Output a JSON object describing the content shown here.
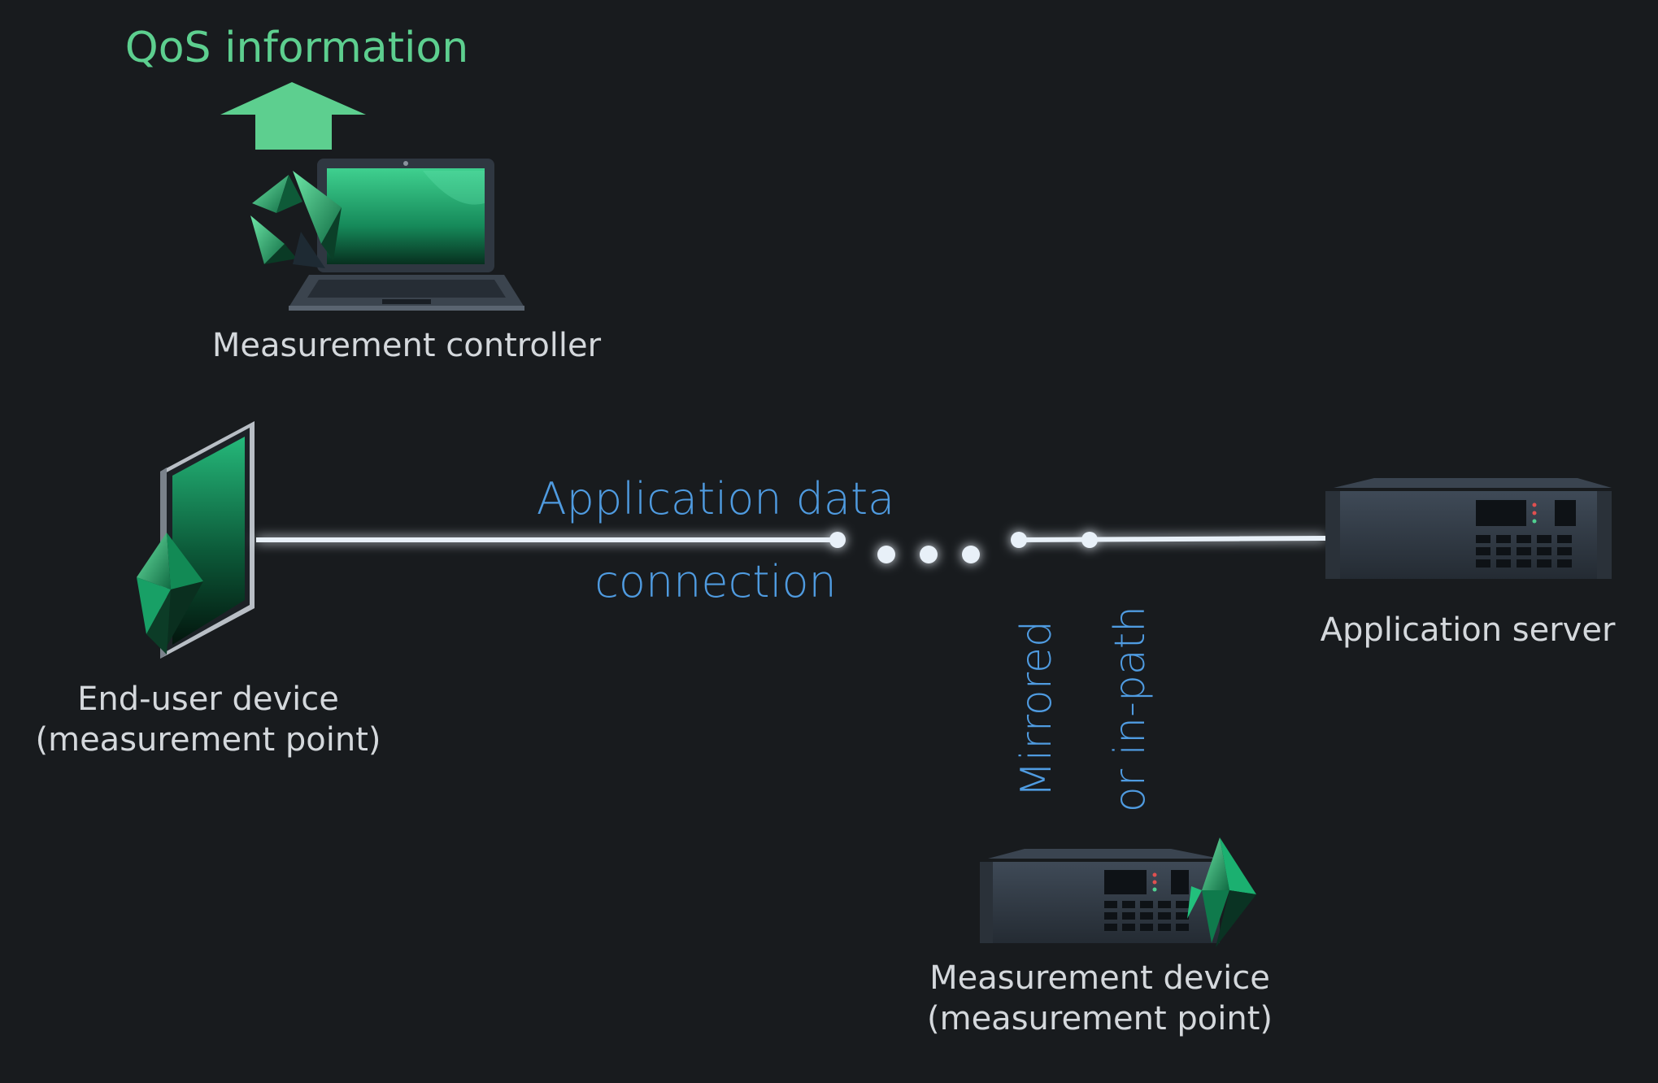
{
  "labels": {
    "qos": "QoS information",
    "controller": "Measurement controller",
    "enduser_line1": "End-user device",
    "enduser_line2": "(measurement point)",
    "server": "Application server",
    "connection_line1": "Application data",
    "connection_line2": "connection",
    "path_line1": "Mirrored",
    "path_line2": "or in-path",
    "mdevice_line1": "Measurement device",
    "mdevice_line2": "(measurement point)"
  },
  "icons": {
    "controller": "laptop-icon",
    "enduser": "tablet-icon",
    "server": "server-rack-icon",
    "mdevice": "server-rack-icon",
    "qos_arrow": "arrow-up-icon",
    "measurement_marker": "green-crystal-icon"
  },
  "colors": {
    "background": "#181b1e",
    "accent_green": "#5dcf8f",
    "line_blue": "#4f9be0",
    "text": "#d4d8dc"
  }
}
